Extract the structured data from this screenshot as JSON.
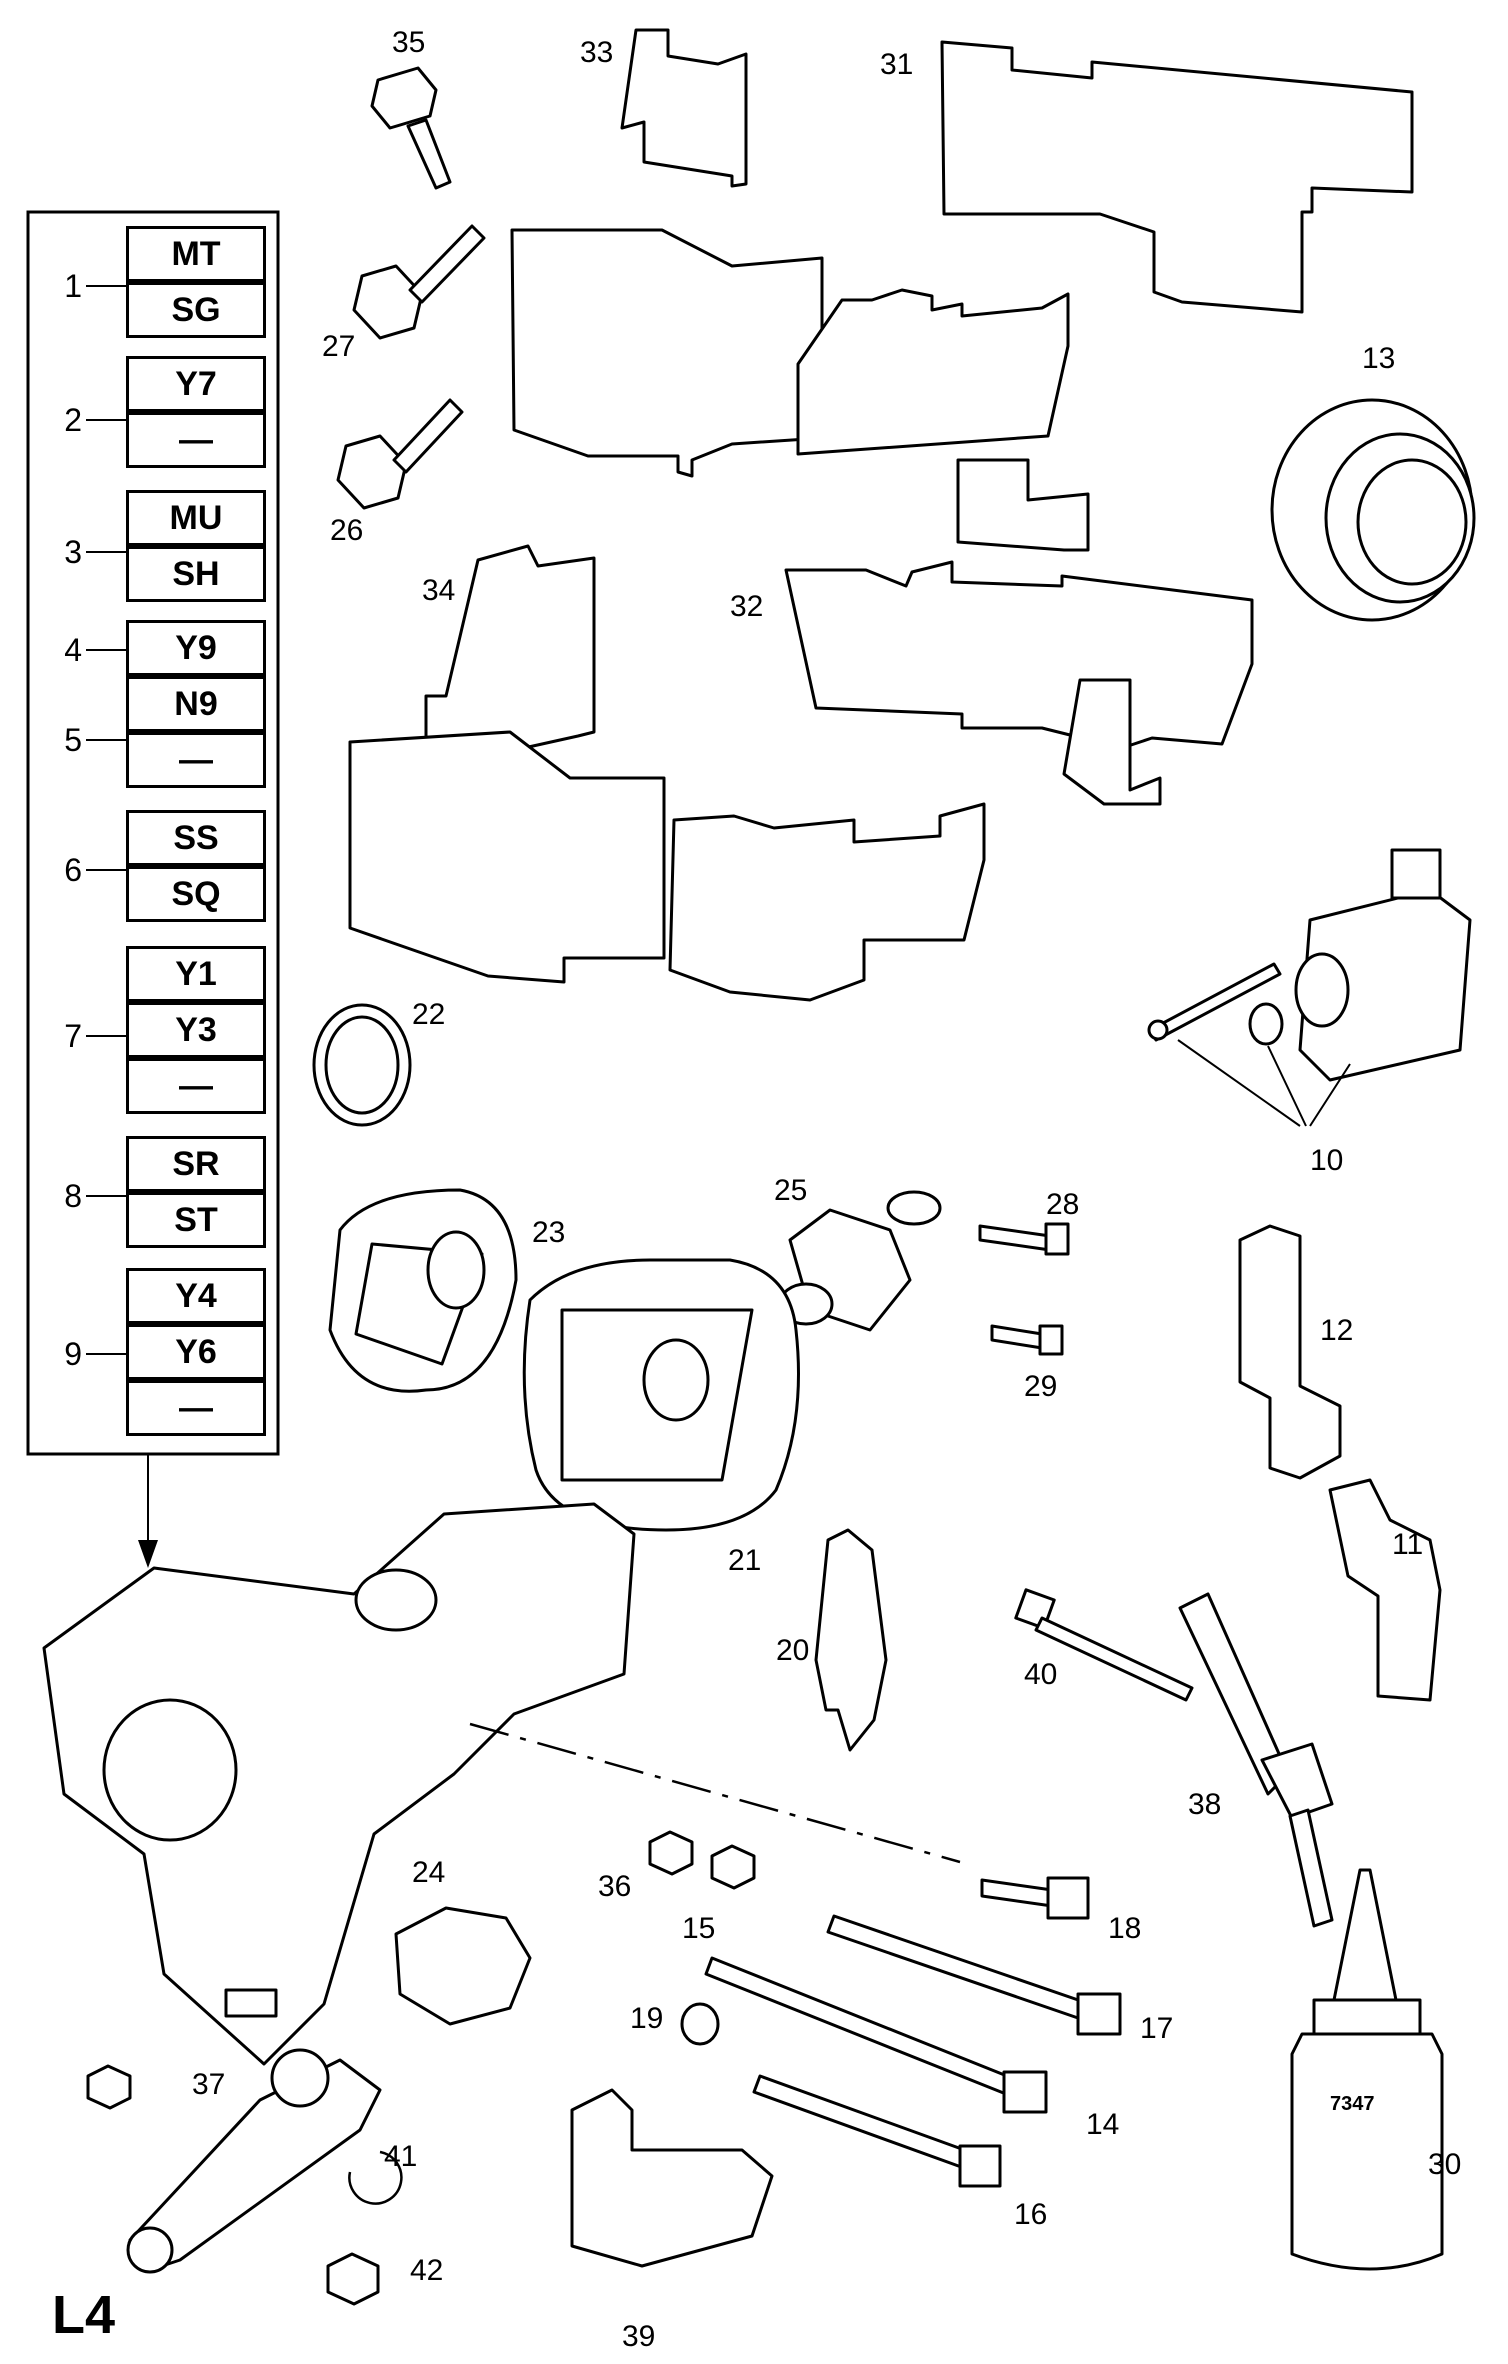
{
  "sheet_label": "L4",
  "legend": {
    "groups": [
      {
        "number": "1",
        "codes": [
          "MT",
          "SG"
        ]
      },
      {
        "number": "2",
        "codes": [
          "Y7",
          "—"
        ]
      },
      {
        "number": "3",
        "codes": [
          "MU",
          "SH"
        ]
      },
      {
        "number": "4",
        "codes": [
          "Y9"
        ]
      },
      {
        "number": "5",
        "codes": [
          "N9",
          "—"
        ]
      },
      {
        "number": "6",
        "codes": [
          "SS",
          "SQ"
        ]
      },
      {
        "number": "7",
        "codes": [
          "Y1",
          "Y3",
          "—"
        ]
      },
      {
        "number": "8",
        "codes": [
          "SR",
          "ST"
        ]
      },
      {
        "number": "9",
        "codes": [
          "Y4",
          "Y6",
          "—"
        ]
      }
    ]
  },
  "callouts": [
    "35",
    "33",
    "31",
    "27",
    "13",
    "26",
    "34",
    "32",
    "22",
    "10",
    "25",
    "28",
    "23",
    "12",
    "29",
    "21",
    "11",
    "20",
    "40",
    "38",
    "24",
    "36",
    "15",
    "18",
    "17",
    "19",
    "14",
    "37",
    "41",
    "16",
    "30",
    "42",
    "39"
  ],
  "bottle_label": "7347"
}
